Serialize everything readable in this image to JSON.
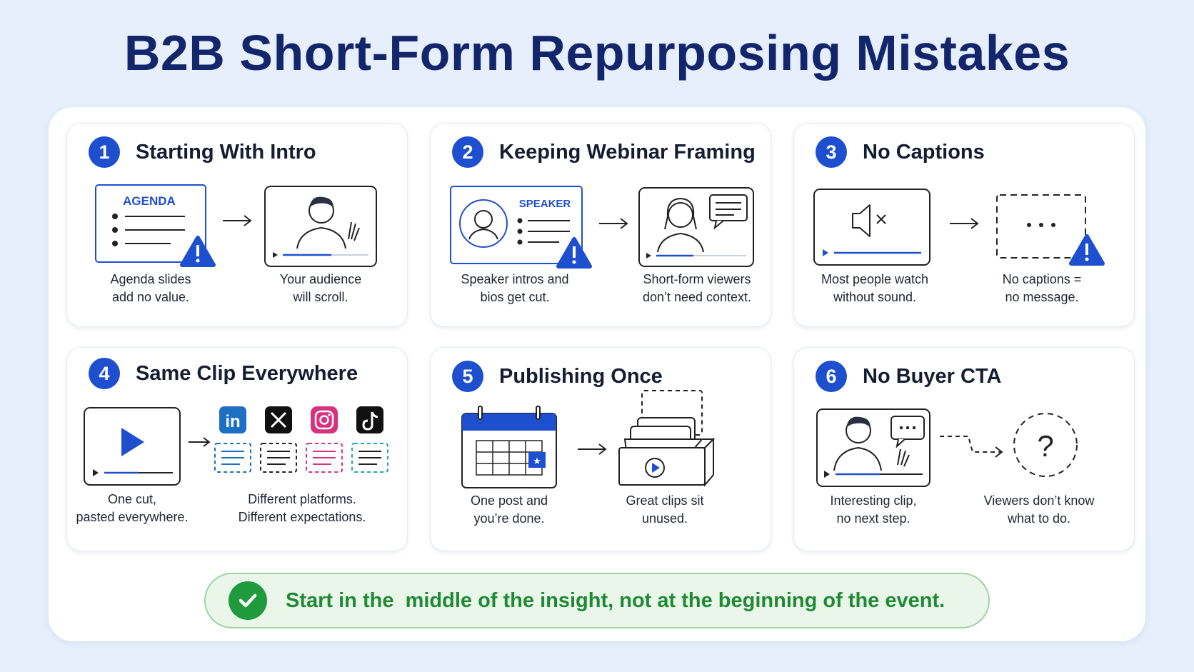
{
  "title": "B2B Short-Form Repurposing Mistakes",
  "colors": {
    "brand_blue": "#1d4fcf",
    "title_navy": "#13266b",
    "green": "#1f8a34",
    "page_bg": "#e6effb"
  },
  "cards": [
    {
      "num": "1",
      "title": "Starting With Intro",
      "slide_label": "AGENDA",
      "captions": [
        "Agenda slides\nadd no value.",
        "Your audience\nwill scroll."
      ],
      "icons": [
        "agenda-slide-icon",
        "warning-icon",
        "arrow-right-icon",
        "presenter-video-icon"
      ]
    },
    {
      "num": "2",
      "title": "Keeping Webinar Framing",
      "slide_label": "SPEAKER",
      "captions": [
        "Speaker intros and\nbios get cut.",
        "Short-form viewers\ndon’t need context."
      ],
      "icons": [
        "speaker-slide-icon",
        "warning-icon",
        "arrow-right-icon",
        "speaker-video-icon"
      ]
    },
    {
      "num": "3",
      "title": "No Captions",
      "captions": [
        "Most people watch\nwithout sound.",
        "No captions =\nno message."
      ],
      "icons": [
        "muted-video-icon",
        "arrow-right-icon",
        "missing-caption-icon",
        "warning-icon"
      ]
    },
    {
      "num": "4",
      "title": "Same Clip Everywhere",
      "captions": [
        "One cut,\npasted everywhere.",
        "Different platforms.\nDifferent expectations."
      ],
      "icons": [
        "play-video-icon",
        "arrow-right-icon",
        "linkedin-icon",
        "x-icon",
        "instagram-icon",
        "tiktok-icon"
      ]
    },
    {
      "num": "5",
      "title": "Publishing Once",
      "captions": [
        "One post and\nyou’re done.",
        "Great clips sit\nunused."
      ],
      "icons": [
        "calendar-icon",
        "arrow-right-icon",
        "clip-box-icon"
      ]
    },
    {
      "num": "6",
      "title": "No Buyer CTA",
      "captions": [
        "Interesting clip,\nno next step.",
        "Viewers don’t know\nwhat to do."
      ],
      "icons": [
        "presenter-chat-video-icon",
        "dashed-arrow-icon",
        "question-icon"
      ]
    }
  ],
  "banner": {
    "text": "Start in the  middle of the insight, not at the beginning of the event.",
    "icon": "check-icon"
  }
}
